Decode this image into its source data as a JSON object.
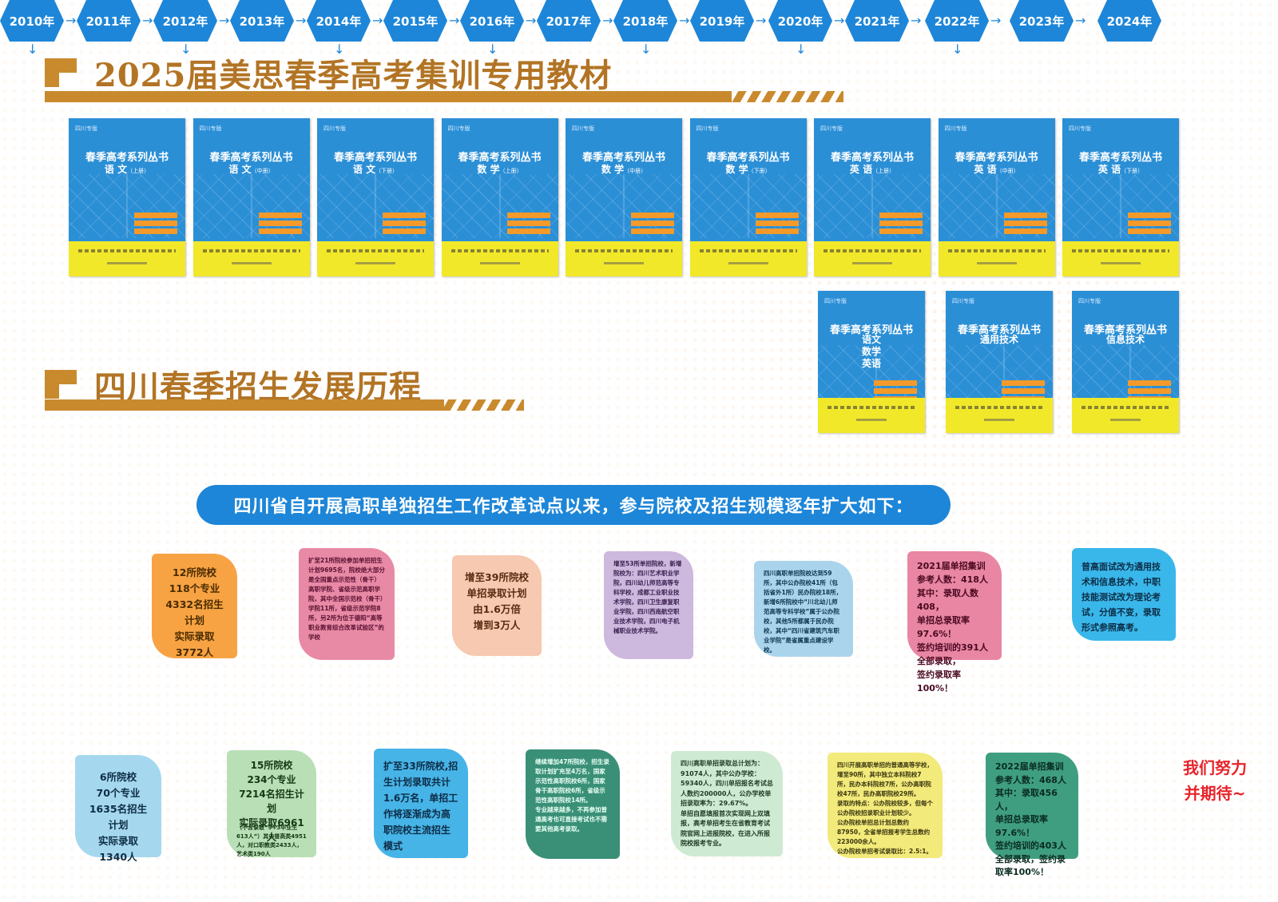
{
  "section1": {
    "title": "2025届美思春季高考集训专用教材"
  },
  "section2": {
    "title": "四川春季招生发展历程"
  },
  "books_row1": [
    {
      "series": "四川专版",
      "title": "春季高考系列丛书",
      "sub": "语 文",
      "vol": "（上册）"
    },
    {
      "series": "四川专版",
      "title": "春季高考系列丛书",
      "sub": "语 文",
      "vol": "（中册）"
    },
    {
      "series": "四川专版",
      "title": "春季高考系列丛书",
      "sub": "语 文",
      "vol": "（下册）"
    },
    {
      "series": "四川专版",
      "title": "春季高考系列丛书",
      "sub": "数 学",
      "vol": "（上册）"
    },
    {
      "series": "四川专版",
      "title": "春季高考系列丛书",
      "sub": "数 学",
      "vol": "（中册）"
    },
    {
      "series": "四川专版",
      "title": "春季高考系列丛书",
      "sub": "数 学",
      "vol": "（下册）"
    },
    {
      "series": "四川专版",
      "title": "春季高考系列丛书",
      "sub": "英 语",
      "vol": "（上册）"
    },
    {
      "series": "四川专版",
      "title": "春季高考系列丛书",
      "sub": "英 语",
      "vol": "（中册）"
    },
    {
      "series": "四川专版",
      "title": "春季高考系列丛书",
      "sub": "英 语",
      "vol": "（下册）"
    }
  ],
  "books_row2": [
    {
      "series": "四川专版",
      "title": "春季高考系列丛书",
      "sub": "语文\n数学\n英语"
    },
    {
      "series": "四川专版",
      "title": "春季高考系列丛书",
      "sub": "通用技术"
    },
    {
      "series": "四川专版",
      "title": "春季高考系列丛书",
      "sub": "信息技术"
    }
  ],
  "banner": "四川省自开展高职单独招生工作改革试点以来，参与院校及招生规模逐年扩大如下：",
  "years": [
    "2010年",
    "2011年",
    "2012年",
    "2013年",
    "2014年",
    "2015年",
    "2016年",
    "2017年",
    "2018年",
    "2019年",
    "2020年",
    "2021年",
    "2022年",
    "2023年",
    "2024年"
  ],
  "cards": {
    "c2011": "12所院校\n118个专业\n4332名招生计划\n实际录取3772人",
    "c2013": "扩至21所院校参加单招招生计划9695名，院校绝大部分是全国重点示范性（骨干）高职学院、省级示范高职学院，其中全国示范校（骨干）学院11所，省级示范学院8所，另2所为位于德阳“高等职业教育综合改革试验区”的学校",
    "c2015": "增至39所院校\n单招录取计划\n由1.6万倍\n增到3万人",
    "c2017": "增至53所单招院校，新增院校为：四川艺术职业学院，四川幼儿师范高等专科学校，成都工业职业技术学院，四川卫生康复职业学院，四川西南航空职业技术学院，四川电子机械职业技术学院。",
    "c2019": "四川高职单招院校达到59所，其中公办院校41所（包括省外1所）民办院校18所，新增6所院校中“川北幼儿师范高等专科学校”属于公办院校，其他5所都属于民办院校，其中“四川省建筑汽车职业学院”是省属重点建设学校。",
    "c2021": "2021届单招集训\n参考人数：418人\n其中：录取人数408，\n单招总录取率97.6%！\n签约培训的391人\n全部录取，\n签约录取率100%！",
    "c2023": "普高面试改为通用技术和信息技术，中职技能测试改为理论考试，分值不变，录取形式参照高考。",
    "c2010": "6所院校\n70个专业\n1635名招生计划\n实际录取1340人",
    "c2012": "15所院校\n234个专业\n7214名招生计划\n实际录取6961人",
    "c2012_note": "（不含录取“9+3毕业生613人”）其中普高类4951人，对口职教类2433人，艺术类190人",
    "c2014": "扩至33所院校,招生计划录取共计1.6万名，单招工作将逐渐成为高职院校主流招生模式",
    "c2016": "继续增加47所院校，招生录取计划扩充至4万名，国家示范性高职院校6所，国家骨干高职院校6所，省级示范性高职院校14所。\n专业越来越多，不再参加普通高考也可直接考试也不需要其他高考录取。",
    "c2018": "四川高职单招录取总计划为：91074人，其中公办学校：59340人，四川单招报名考试总人数约200000人，公办学校单招录取率为：29.67%。\n单招自愿填报首次实现网上双填报，高考单招考生在省教育考试院官网上进报院校，在进入所报院校报考专业。",
    "c2020": "四川开展高职单招的普通高等学校，增至90所，其中独立本科院校7所，民办本科院校7所，公办高职院校47所，民办高职院校29所。\n录取的特点：公办院校较多，但每个公办院校招录职业计划较少。\n公办院校单招总计划总数约87950，全省单招报考学生总数约223000余人。\n公办院校单招考试录取比：2.5:1。",
    "c2022": "2022届单招集训\n参考人数：468人\n其中：录取456人，\n单招总录取率97.6%！\n签约培训的403人\n全部录取，签约录\n取率100%！",
    "end": "我们努力\n并期待~"
  }
}
